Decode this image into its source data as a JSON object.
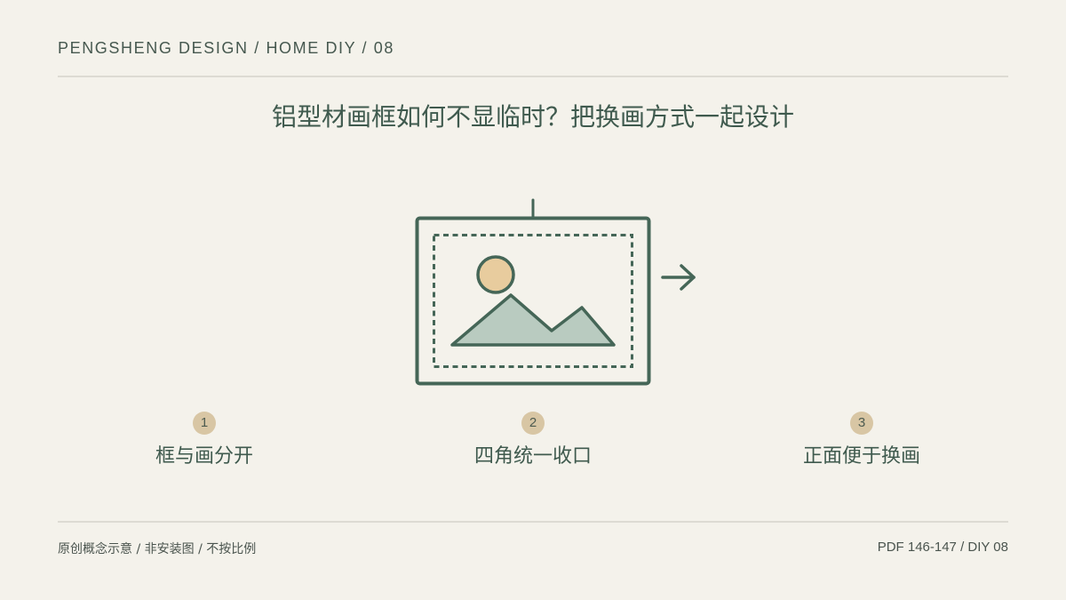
{
  "header": {
    "text": "PENGSHENG DESIGN / HOME DIY / 08"
  },
  "title": "铝型材画框如何不显临时？把换画方式一起设计",
  "illustration": {
    "icons": [
      "frame-icon",
      "picture-icon",
      "sun-icon",
      "mountain-icon",
      "arrow-right-icon"
    ],
    "colors": {
      "stroke": "#456657",
      "sun_fill": "#e8cc9e",
      "mountain_fill": "#b9cbc0",
      "badge": "#d8c6a4",
      "background": "#f4f2eb"
    }
  },
  "steps": [
    {
      "num": "1",
      "label": "框与画分开"
    },
    {
      "num": "2",
      "label": "四角统一收口"
    },
    {
      "num": "3",
      "label": "正面便于换画"
    }
  ],
  "footer": {
    "left": "原创概念示意 / 非安装图 / 不按比例",
    "right": "PDF 146-147 / DIY 08"
  }
}
